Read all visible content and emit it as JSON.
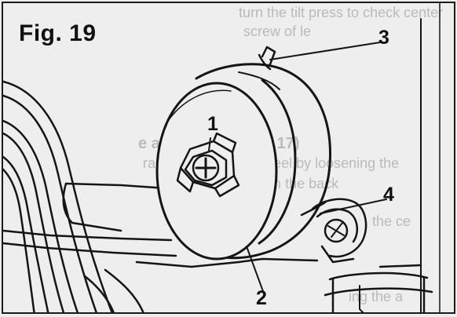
{
  "figure": {
    "title": "Fig. 19",
    "callouts": [
      "1",
      "2",
      "3",
      "4"
    ]
  },
  "bleed_through_text": {
    "line1": "turn the tilt press to check center",
    "line2": "screw of le",
    "heading": "e adjustment (Fig. 17)",
    "line3": "raise or lower the wheel by loosening the",
    "line4": "tion a fork wrench the back",
    "line5": "the ce",
    "line6": "ing the a"
  },
  "colors": {
    "ink": "#151515",
    "paper": "#efeeef",
    "bleed": "#8f8f94"
  }
}
